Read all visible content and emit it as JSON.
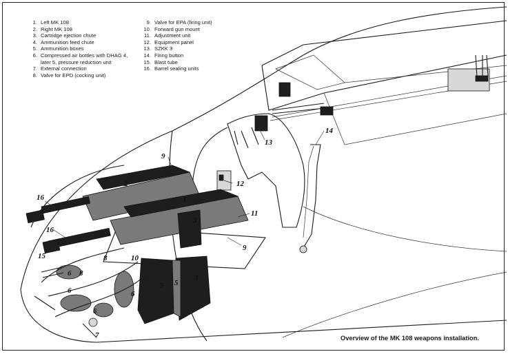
{
  "legend": {
    "left": [
      {
        "num": "1.",
        "text": "Left MK 108"
      },
      {
        "num": "2.",
        "text": "Right MK 108"
      },
      {
        "num": "3.",
        "text": "Cartridge ejection chute"
      },
      {
        "num": "4.",
        "text": "Ammunition feed chute"
      },
      {
        "num": "5.",
        "text": "Ammunition boxes"
      },
      {
        "num": "6.",
        "text": "Compressed air bottles with DHAG 4,",
        "cont": "later 5, pressure reduction unit"
      },
      {
        "num": "7.",
        "text": "External connection"
      },
      {
        "num": "8.",
        "text": "Valve for EPD (cocking unit)"
      }
    ],
    "right": [
      {
        "num": "9.",
        "text": "Valve for EPA (firing unit)"
      },
      {
        "num": "10.",
        "text": "Forward gun mount"
      },
      {
        "num": "11.",
        "text": "Adjustment unit"
      },
      {
        "num": "12.",
        "text": "Equipment panel"
      },
      {
        "num": "13.",
        "text": "SZKK 3"
      },
      {
        "num": "14.",
        "text": "Firing button"
      },
      {
        "num": "15.",
        "text": "Blast tube"
      },
      {
        "num": "16.",
        "text": "Barrel sealing units"
      }
    ]
  },
  "callouts": {
    "c2": "2",
    "c1": "1",
    "c3a": "3",
    "c3b": "3",
    "c5a": "5",
    "c5b": "5",
    "c6a": "6",
    "c6b": "6",
    "c6c": "6",
    "c6d": "6",
    "c7": "7",
    "c8a": "8",
    "c8b": "8",
    "c9a": "9",
    "c9b": "9",
    "c10": "10",
    "c11": "11",
    "c12": "12",
    "c13": "13",
    "c14": "14",
    "c15": "15",
    "c16a": "16",
    "c16b": "16"
  },
  "caption": "Overview of the MK 108 weapons installation."
}
